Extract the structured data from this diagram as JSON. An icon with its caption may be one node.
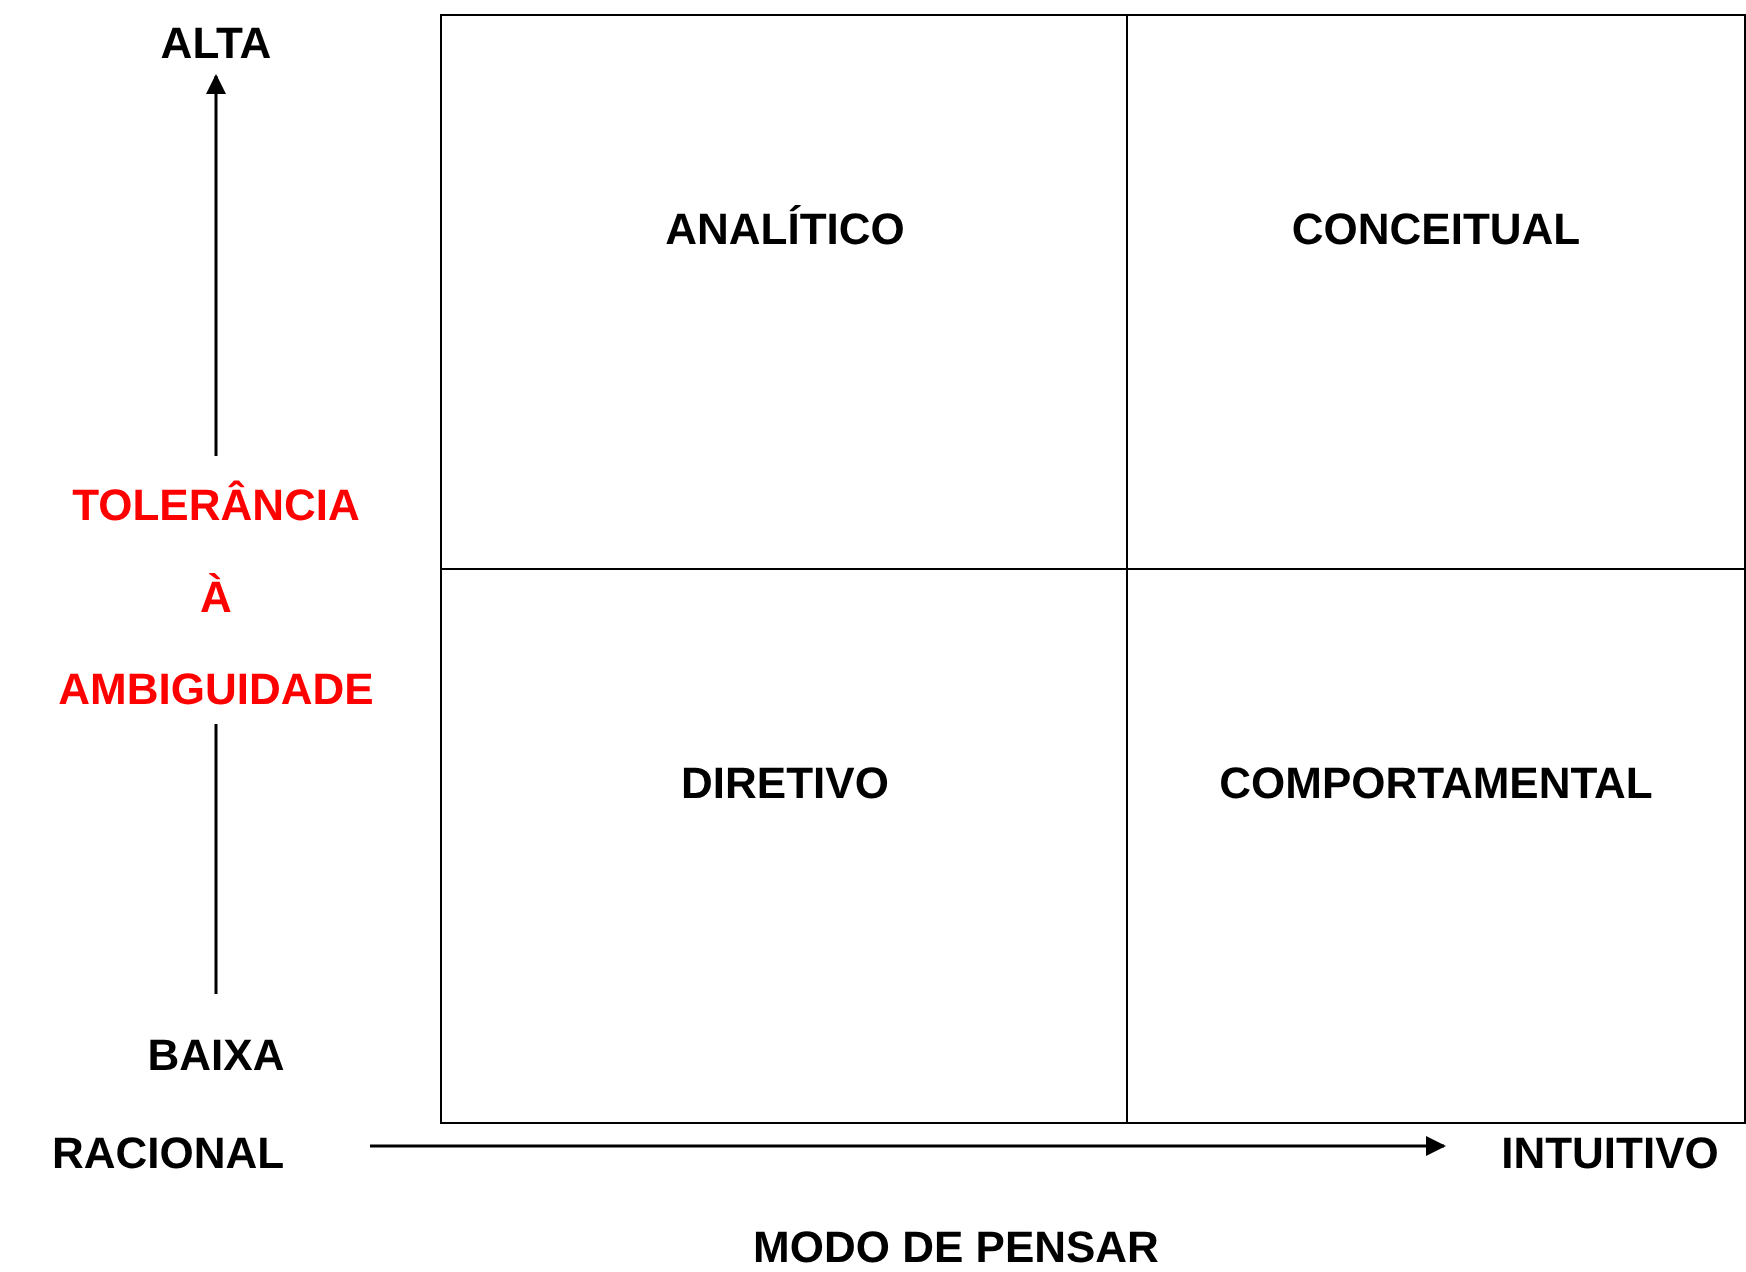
{
  "diagram": {
    "nodes": [
      {
        "text": [
          "ANALÍTICO"
        ]
      },
      {
        "text": [
          "CONCEITUAL"
        ]
      },
      {
        "text": [
          "DIRETIVO"
        ]
      },
      {
        "text": [
          "COMPORTAMENTAL"
        ]
      }
    ],
    "labels": [
      "ALTA",
      "TOLERÂNCIA",
      "À",
      "AMBIGUIDADE",
      "BAIXA",
      "RACIONAL",
      "INTUITIVO",
      "MODO DE PENSAR"
    ]
  }
}
